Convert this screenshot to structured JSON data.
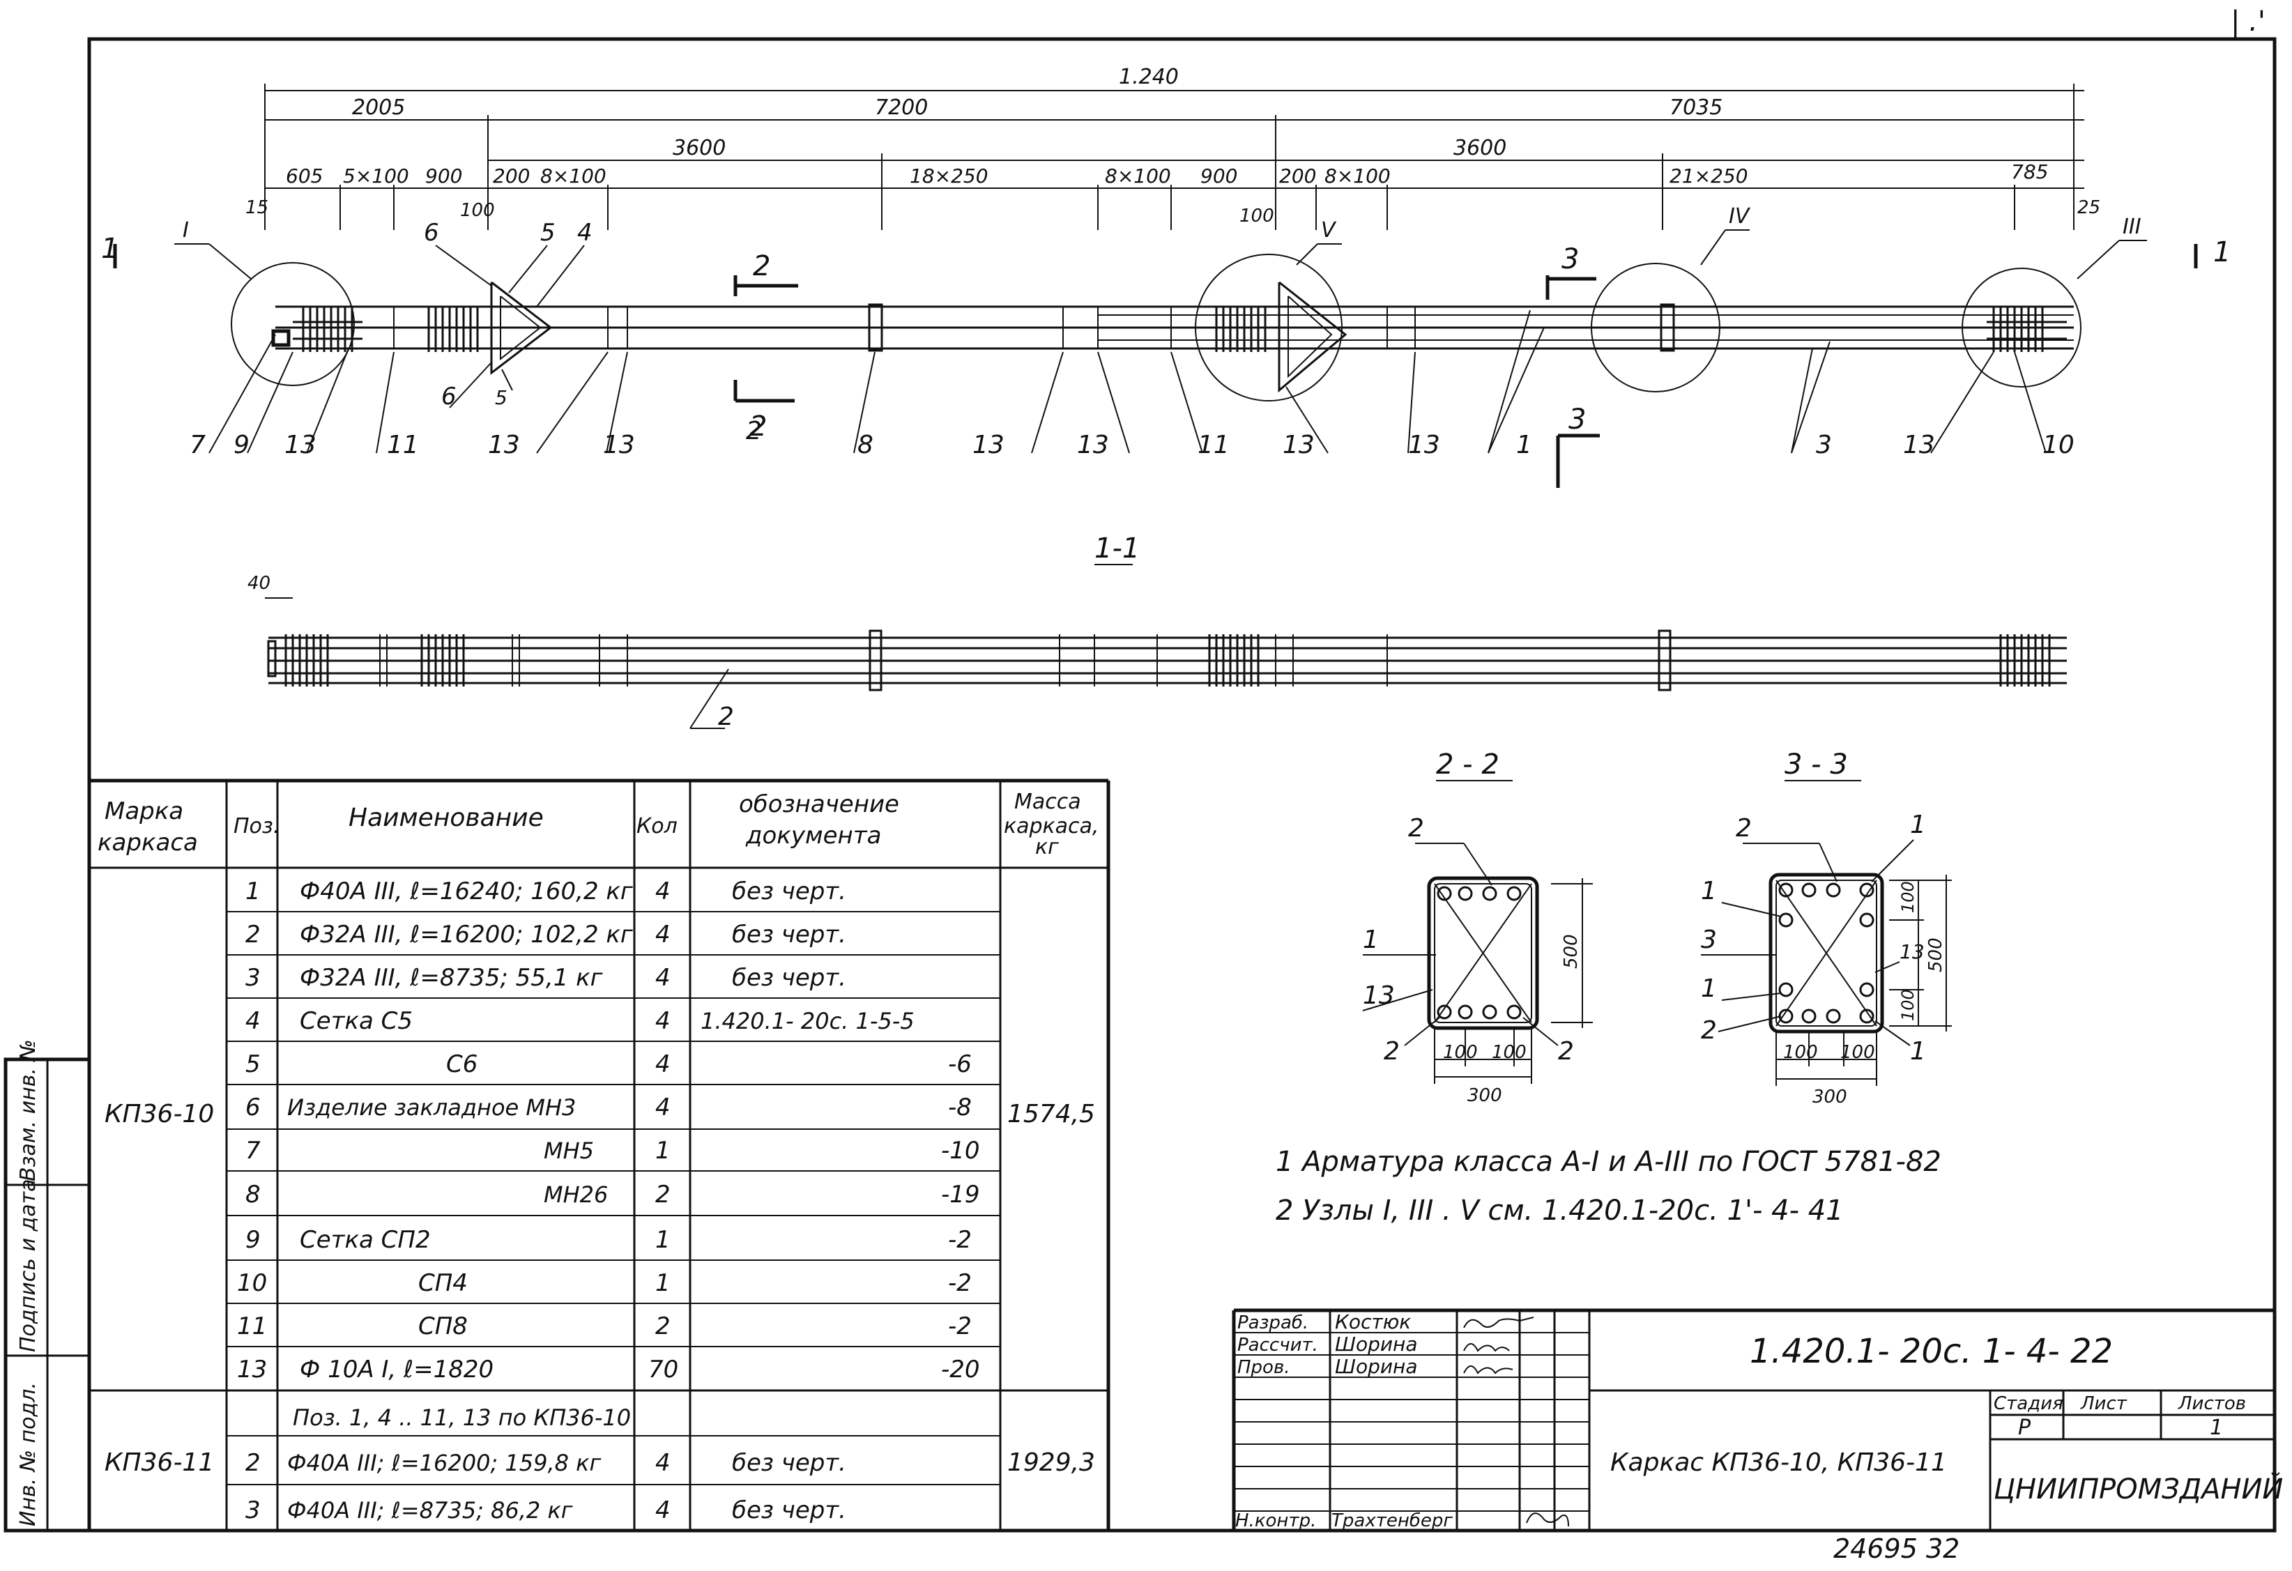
{
  "sheet": {
    "corner_number": "| .'",
    "footer_number": "24695  32"
  },
  "plan": {
    "overall_dim": "1.240",
    "dims_top": [
      "2005",
      "7200",
      "7035"
    ],
    "dims_mid": [
      "3600",
      "3600"
    ],
    "dims_low": [
      "605",
      "5×100",
      "900",
      "200",
      "8×100",
      "18×250",
      "8×100",
      "900",
      "200",
      "8×100",
      "21×250",
      "785"
    ],
    "small_dims": [
      "15",
      "100",
      "100",
      "25"
    ],
    "node_labels": [
      "I",
      "V",
      "IV",
      "III"
    ],
    "section_marks": [
      "1",
      "1",
      "2",
      "2",
      "3",
      "3"
    ],
    "callouts_top": [
      "6",
      "5",
      "4"
    ],
    "callouts_bottom": [
      "7",
      "9",
      "13",
      "11",
      "6",
      "5",
      "13",
      "13",
      "2",
      "8",
      "13",
      "13",
      "11",
      "13",
      "13",
      "1",
      "3",
      "13",
      "10"
    ]
  },
  "section_1_1": {
    "title": "1-1",
    "dim_40": "40",
    "callout": "2"
  },
  "section_2_2": {
    "title": "2 - 2",
    "labels": [
      "2",
      "1",
      "13",
      "2",
      "2"
    ],
    "dims": [
      "500",
      "100",
      "100",
      "300"
    ]
  },
  "section_3_3": {
    "title": "3 - 3",
    "labels": [
      "2",
      "1",
      "1",
      "3",
      "1",
      "2",
      "13",
      "1"
    ],
    "dims": [
      "100",
      "500",
      "100",
      "100",
      "100",
      "300"
    ]
  },
  "notes": [
    "1 Арматура класса  А-I и А-III по  ГОСТ 5781-82",
    "2 Узлы  I, III  . V см. 1.420.1-20с. 1'- 4- 41"
  ],
  "spec_table": {
    "headers": [
      "Марка каркаса",
      "Поз.",
      "Наименование",
      "Кол",
      "Обозначение документа",
      "Масса каркаса, кг"
    ],
    "groups": [
      {
        "mark": "КП36-10",
        "mass": "1574,5",
        "rows": [
          {
            "pos": "1",
            "name": "Ф40А III, ℓ=16240; 160,2 кг",
            "qty": "4",
            "doc": "без черт."
          },
          {
            "pos": "2",
            "name": "Ф32А III, ℓ=16200; 102,2 кг",
            "qty": "4",
            "doc": "без черт."
          },
          {
            "pos": "3",
            "name": "Ф32А III, ℓ=8735; 55,1 кг",
            "qty": "4",
            "doc": "без черт."
          },
          {
            "pos": "4",
            "name": "Сетка С5",
            "qty": "4",
            "doc": "1.420.1- 20с. 1-5-5"
          },
          {
            "pos": "5",
            "name": "С6",
            "qty": "4",
            "doc": "-6"
          },
          {
            "pos": "6",
            "name": "Изделие закладное МН3",
            "qty": "4",
            "doc": "-8"
          },
          {
            "pos": "7",
            "name": "МН5",
            "qty": "1",
            "doc": "-10"
          },
          {
            "pos": "8",
            "name": "МН26",
            "qty": "2",
            "doc": "-19"
          },
          {
            "pos": "9",
            "name": "Сетка СП2",
            "qty": "1",
            "doc": "-2"
          },
          {
            "pos": "10",
            "name": "СП4",
            "qty": "1",
            "doc": "-2"
          },
          {
            "pos": "11",
            "name": "СП8",
            "qty": "2",
            "doc": "-2"
          },
          {
            "pos": "13",
            "name": "Ф 10А I, ℓ=1820",
            "qty": "70",
            "doc": "-20"
          }
        ]
      },
      {
        "mark": "КП36-11",
        "mass": "1929,3",
        "rows": [
          {
            "pos": "",
            "name": "Поз. 1, 4 .. 11, 13 по КП36-10",
            "qty": "",
            "doc": ""
          },
          {
            "pos": "2",
            "name": "Ф40А III; ℓ=16200; 159,8 кг",
            "qty": "4",
            "doc": "без черт."
          },
          {
            "pos": "3",
            "name": "Ф40А III; ℓ=8735; 86,2 кг",
            "qty": "4",
            "doc": "без черт."
          }
        ]
      }
    ]
  },
  "side_stamp": [
    "Инв. № подл.",
    "Подпись и дата",
    "Взам. инв. №"
  ],
  "title_block": {
    "roles": [
      {
        "role": "Разраб.",
        "name": "Костюк"
      },
      {
        "role": "Рассчит.",
        "name": "Шорина"
      },
      {
        "role": "Пров.",
        "name": "Шорина"
      },
      {
        "role": "Н.контр.",
        "name": "Трахтенберг"
      }
    ],
    "doc_code": "1.420.1- 20с. 1- 4- 22",
    "title": "Каркас  КП36-10, КП36-11",
    "stage_label": "Стадия",
    "sheet_label": "Лист",
    "sheets_label": "Листов",
    "stage": "Р",
    "sheets": "1",
    "org": "ЦНИИПРОМЗДАНИЙ"
  }
}
